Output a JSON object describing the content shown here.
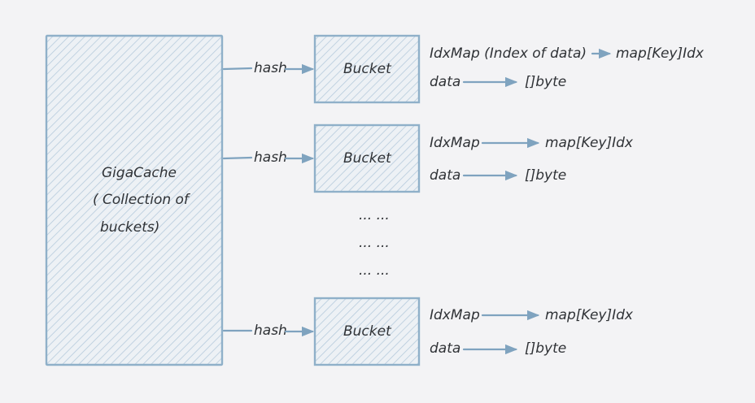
{
  "container": {
    "label_lines": [
      "GigaCache",
      "( Collection of",
      "buckets)"
    ]
  },
  "hash_label": "hash",
  "bucket_label": "Bucket",
  "buckets": [
    {
      "idxmap_label": "IdxMap (Index of data)",
      "idxmap_target": "map[Key]Idx",
      "data_label": "data",
      "data_target": "[]byte"
    },
    {
      "idxmap_label": "IdxMap",
      "idxmap_target": "map[Key]Idx",
      "data_label": "data",
      "data_target": "[]byte"
    },
    {
      "idxmap_label": "IdxMap",
      "idxmap_target": "map[Key]Idx",
      "data_label": "data",
      "data_target": "[]byte"
    }
  ],
  "ellipsis_rows": [
    "... ...",
    "... ...",
    "... ..."
  ],
  "colors": {
    "background": "#f3f3f5",
    "stroke": "#8fb0c9",
    "arrow": "#7fa3bf",
    "text": "#2f3236"
  }
}
